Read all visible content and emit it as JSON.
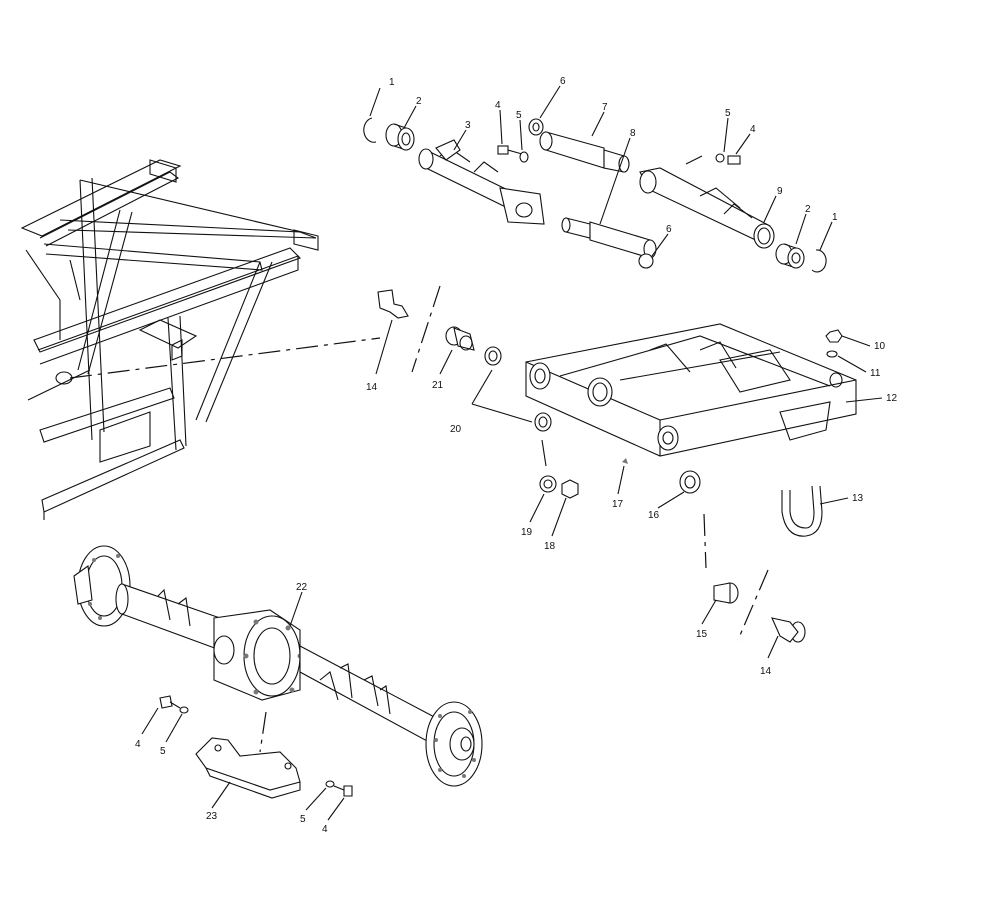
{
  "diagram": {
    "callouts": [
      {
        "id": "c1a",
        "label": "1"
      },
      {
        "id": "c2a",
        "label": "2"
      },
      {
        "id": "c3",
        "label": "3"
      },
      {
        "id": "c4a",
        "label": "4"
      },
      {
        "id": "c5a",
        "label": "5"
      },
      {
        "id": "c6a",
        "label": "6"
      },
      {
        "id": "c7",
        "label": "7"
      },
      {
        "id": "c8",
        "label": "8"
      },
      {
        "id": "c5b",
        "label": "5"
      },
      {
        "id": "c4b",
        "label": "4"
      },
      {
        "id": "c9",
        "label": "9"
      },
      {
        "id": "c2b",
        "label": "2"
      },
      {
        "id": "c1b",
        "label": "1"
      },
      {
        "id": "c6b",
        "label": "6"
      },
      {
        "id": "c10",
        "label": "10"
      },
      {
        "id": "c11",
        "label": "11"
      },
      {
        "id": "c12",
        "label": "12"
      },
      {
        "id": "c14a",
        "label": "14"
      },
      {
        "id": "c21",
        "label": "21"
      },
      {
        "id": "c20",
        "label": "20"
      },
      {
        "id": "c17",
        "label": "17"
      },
      {
        "id": "c16",
        "label": "16"
      },
      {
        "id": "c13",
        "label": "13"
      },
      {
        "id": "c19",
        "label": "19"
      },
      {
        "id": "c18",
        "label": "18"
      },
      {
        "id": "c15",
        "label": "15"
      },
      {
        "id": "c14b",
        "label": "14"
      },
      {
        "id": "c22",
        "label": "22"
      },
      {
        "id": "c4c",
        "label": "4"
      },
      {
        "id": "c5c",
        "label": "5"
      },
      {
        "id": "c23",
        "label": "23"
      },
      {
        "id": "c5d",
        "label": "5"
      },
      {
        "id": "c4d",
        "label": "4"
      }
    ]
  }
}
